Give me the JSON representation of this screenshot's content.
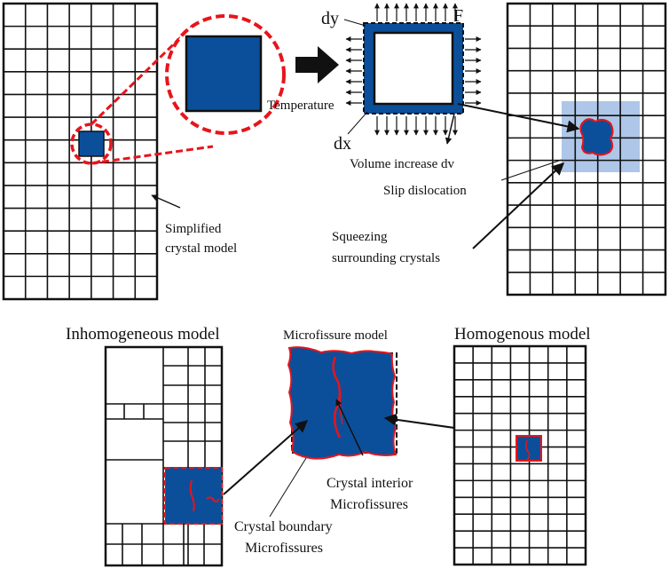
{
  "colors": {
    "crystal_blue": "#0b4f9a",
    "light_blue": "#aec6e8",
    "red": "#e8141b",
    "black": "#111111"
  },
  "labels": {
    "dy": "dy",
    "dx": "dx",
    "force": "F",
    "temperature": "Temperature",
    "volume_increase": "Volume increase dv",
    "slip_dislocation": "Slip dislocation",
    "squeezing_1": "Squeezing",
    "squeezing_2": "surrounding crystals",
    "simplified_1": "Simplified",
    "simplified_2": "crystal model",
    "inhomogeneous": "Inhomogeneous model",
    "microfissure": "Microfissure model",
    "homogenous": "Homogenous model",
    "interior_1": "Crystal interior",
    "interior_2": "Microfissures",
    "boundary_1": "Crystal boundary",
    "boundary_2": "Microfissures"
  },
  "icons": {
    "arrow": "big-right-arrow-icon"
  }
}
